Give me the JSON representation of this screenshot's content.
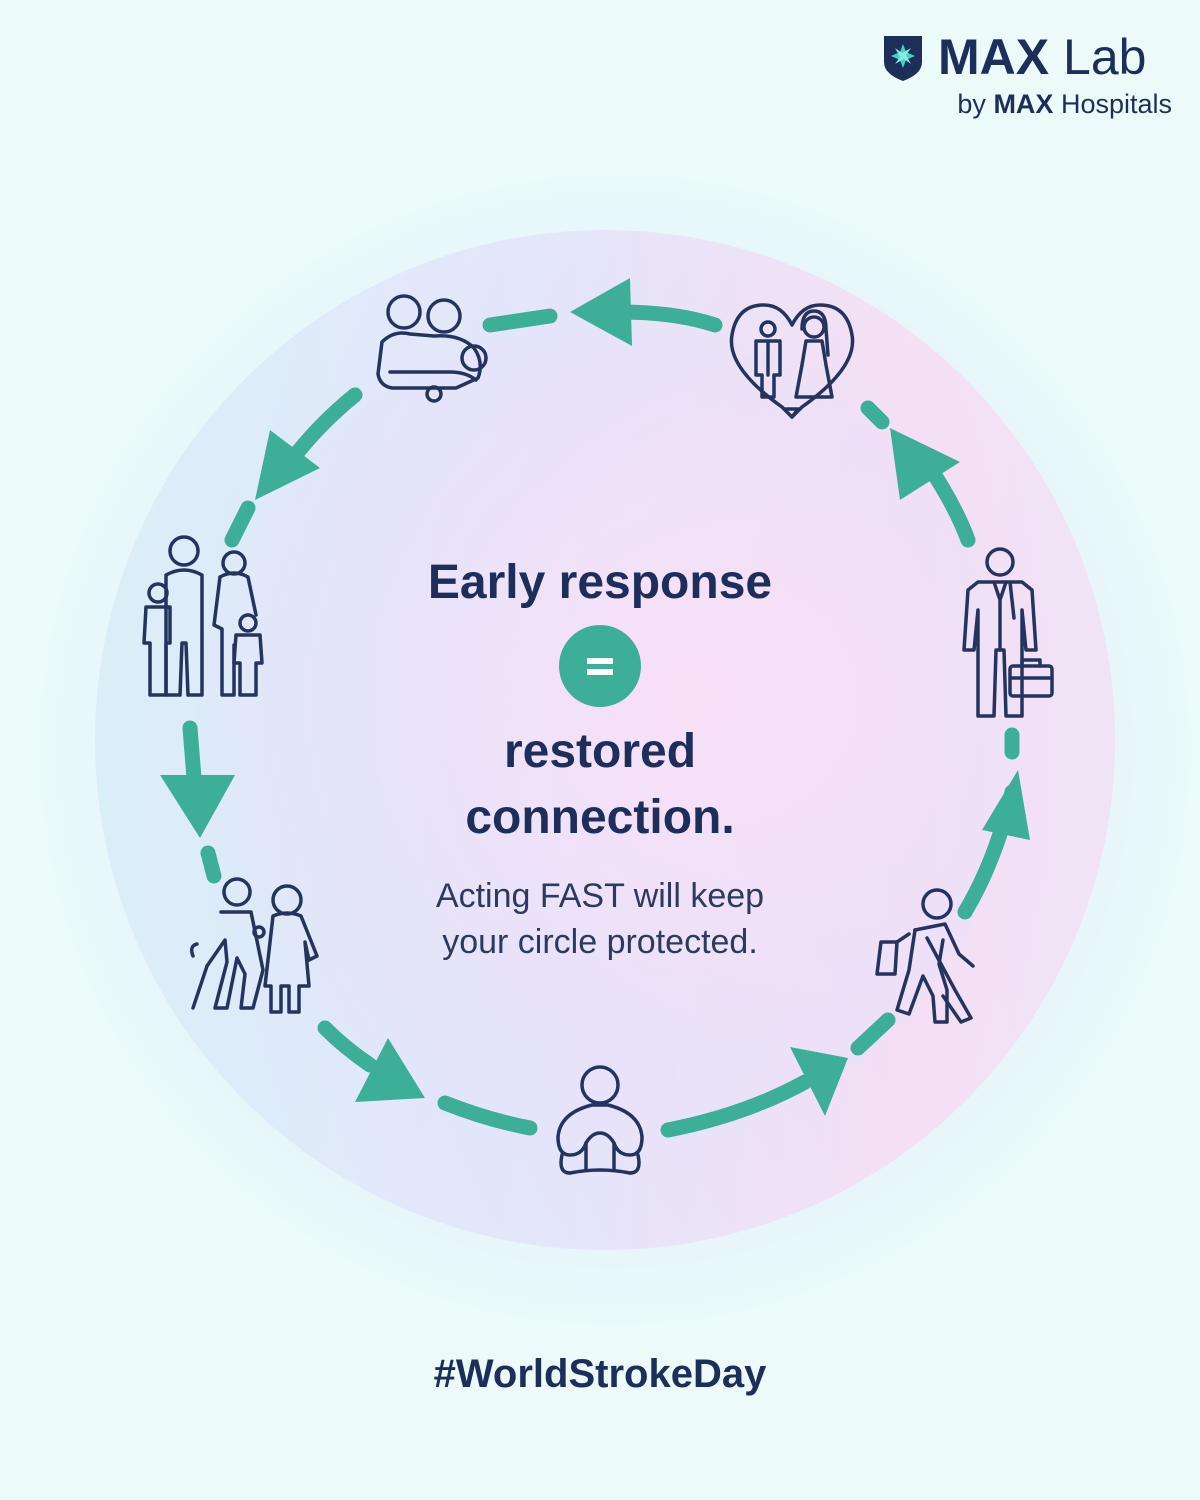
{
  "brand": {
    "name_bold": "MAX",
    "name_light": "Lab",
    "by_prefix": "by",
    "sub_bold": "MAX",
    "sub_light": "Hospitals",
    "logo_icon": "max-star-shield-icon"
  },
  "headline": {
    "line1": "Early response",
    "equals_icon": "equals-icon",
    "line2": "restored",
    "line3": "connection."
  },
  "subtext": {
    "line1": "Acting FAST will keep",
    "line2": "your circle protected."
  },
  "hashtag": "#WorldStrokeDay",
  "cycle_stages": [
    {
      "id": "baby",
      "icon": "baby-icon"
    },
    {
      "id": "child",
      "icon": "child-with-backpack-icon"
    },
    {
      "id": "professional",
      "icon": "businessman-with-briefcase-icon"
    },
    {
      "id": "marriage",
      "icon": "couple-in-heart-icon"
    },
    {
      "id": "parents",
      "icon": "parents-with-baby-icon"
    },
    {
      "id": "family",
      "icon": "family-icon"
    },
    {
      "id": "elderly",
      "icon": "elderly-couple-icon"
    }
  ],
  "colors": {
    "accent": "#3dae97",
    "text": "#1d2e5b",
    "icon_stroke": "#24345f",
    "background": "#ecfbfa"
  }
}
